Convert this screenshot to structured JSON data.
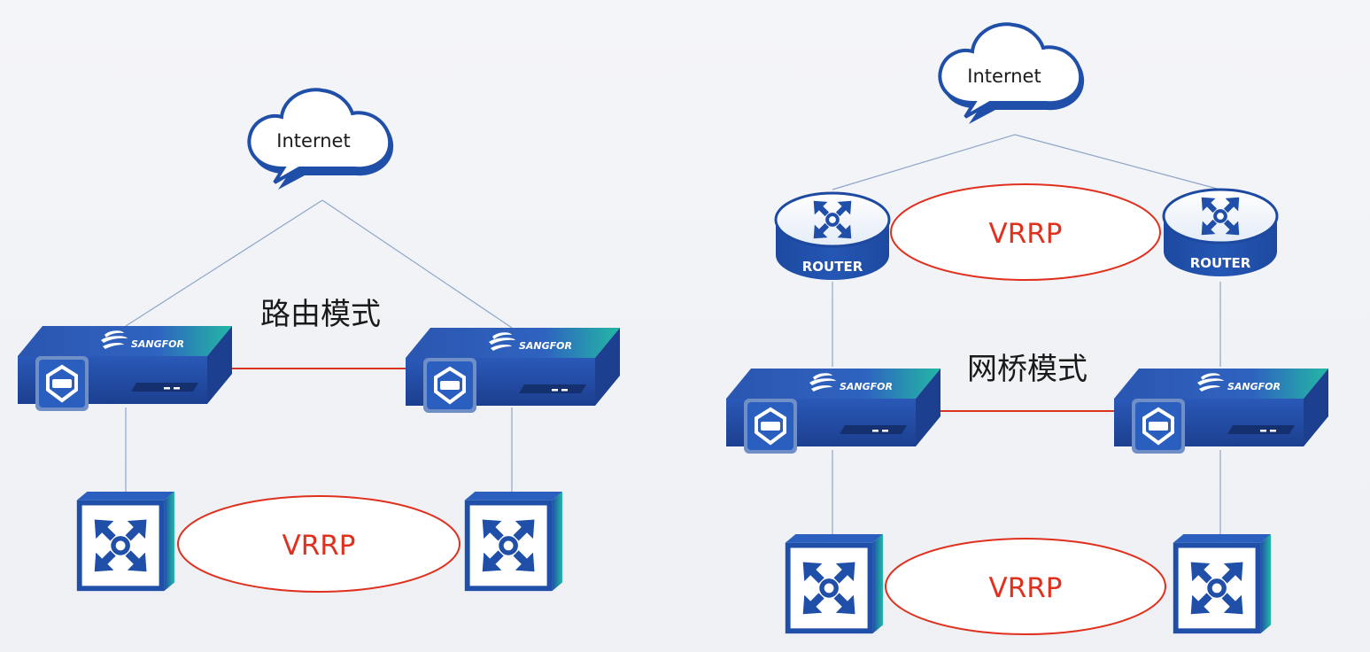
{
  "labels": {
    "internet": "Internet",
    "route_mode": "路由模式",
    "bridge_mode": "网桥模式",
    "vrrp": "VRRP",
    "router": "ROUTER",
    "brand": "SANGFOR"
  },
  "icons": {
    "cloud": "cloud-icon",
    "firewall": "sangfor-firewall-icon",
    "switch": "core-switch-icon",
    "router": "router-icon"
  },
  "colors": {
    "device_blue": "#1f4fa8",
    "device_top": "#3f7fd2",
    "teal_accent": "#1fb5a8",
    "cloud_fill": "#1f4fa8",
    "link_line": "#8ea6c8",
    "ha_link": "#d9341f",
    "vrrp_red": "#e0301e"
  }
}
